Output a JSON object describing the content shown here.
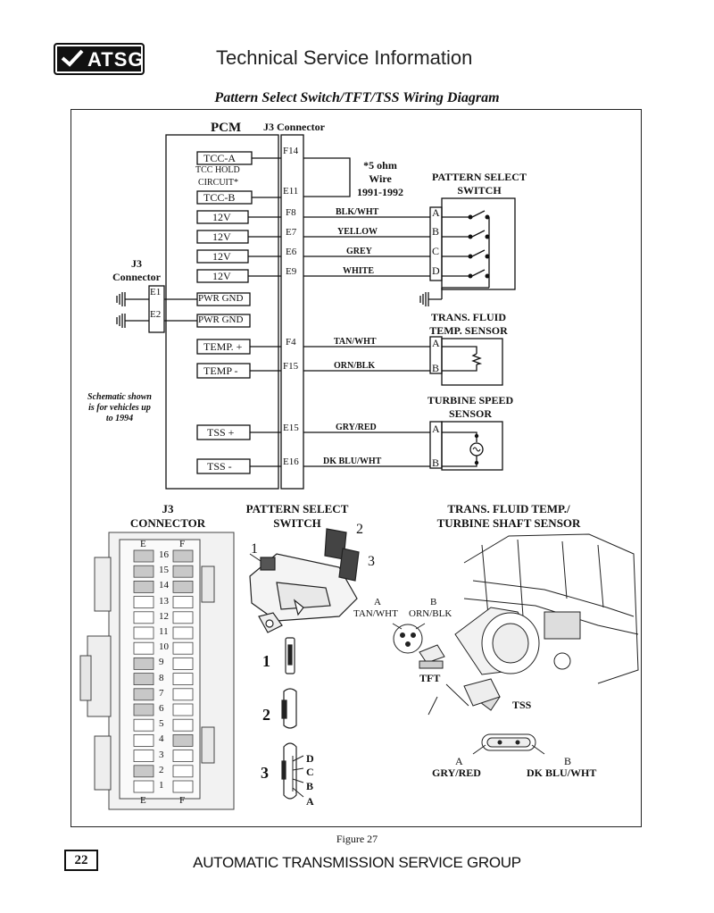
{
  "header": {
    "logo_text": "ATSG",
    "title": "Technical Service Information"
  },
  "diagram": {
    "title": "Pattern Select Switch/TFT/TSS  Wiring Diagram",
    "pcm_label": "PCM",
    "j3_connector_label": "J3 Connector",
    "pcm_pins": [
      {
        "label": "TCC-A",
        "pin": "F14"
      },
      {
        "label": "TCC-B",
        "pin": "E11"
      },
      {
        "label": "12V",
        "pin": "F8",
        "wire": "BLK/WHT",
        "term": "A"
      },
      {
        "label": "12V",
        "pin": "E7",
        "wire": "YELLOW",
        "term": "B"
      },
      {
        "label": "12V",
        "pin": "E6",
        "wire": "GREY",
        "term": "C"
      },
      {
        "label": "12V",
        "pin": "E9",
        "wire": "WHITE",
        "term": "D"
      },
      {
        "label": "TEMP. +",
        "pin": "F4",
        "wire": "TAN/WHT",
        "term": "A"
      },
      {
        "label": "TEMP -",
        "pin": "F15",
        "wire": "ORN/BLK",
        "term": "B"
      },
      {
        "label": "TSS +",
        "pin": "E15",
        "wire": "GRY/RED",
        "term": "A"
      },
      {
        "label": "TSS -",
        "pin": "E16",
        "wire": "DK BLU/WHT",
        "term": "B"
      }
    ],
    "tcc_hold_line1": "TCC HOLD",
    "tcc_hold_line2": "CIRCUIT*",
    "ohm_note_line1": "*5 ohm",
    "ohm_note_line2": "Wire",
    "ohm_note_line3": "1991-1992",
    "pattern_select_title_line1": "PATTERN SELECT",
    "pattern_select_title_line2": "SWITCH",
    "tft_title_line1": "TRANS. FLUID",
    "tft_title_line2": "TEMP. SENSOR",
    "tss_title_line1": "TURBINE SPEED",
    "tss_title_line2": "SENSOR",
    "j3_left_line1": "J3",
    "j3_left_line2": "Connector",
    "ground_pins": [
      {
        "pin": "E1",
        "label": "PWR GND"
      },
      {
        "pin": "E2",
        "label": "PWR GND"
      }
    ],
    "note_line1": "Schematic shown",
    "note_line2": "is for vehicles up",
    "note_line3": "to 1994"
  },
  "lower": {
    "j3_title_line1": "J3",
    "j3_title_line2": "CONNECTOR",
    "connector_col_e": "E",
    "connector_col_f": "F",
    "connector_rows": [
      "16",
      "15",
      "14",
      "13",
      "12",
      "11",
      "10",
      "9",
      "8",
      "7",
      "6",
      "5",
      "4",
      "3",
      "2",
      "1"
    ],
    "pss_title_line1": "PATTERN SELECT",
    "pss_title_line2": "SWITCH",
    "pss_callouts": [
      "1",
      "2",
      "3"
    ],
    "pss_pin_letters": [
      "D",
      "C",
      "B",
      "A"
    ],
    "tft_tss_title_line1": "TRANS. FLUID TEMP./",
    "tft_tss_title_line2": "TURBINE SHAFT SENSOR",
    "tft_a": "A",
    "tft_b": "B",
    "tft_a_wire": "TAN/WHT",
    "tft_b_wire": "ORN/BLK",
    "tft_label": "TFT",
    "tss_label": "TSS",
    "tss_a": "A",
    "tss_b": "B",
    "tss_a_wire": "GRY/RED",
    "tss_b_wire": "DK BLU/WHT"
  },
  "footer": {
    "figure": "Figure 27",
    "page_number": "22",
    "company": "AUTOMATIC TRANSMISSION SERVICE GROUP"
  }
}
